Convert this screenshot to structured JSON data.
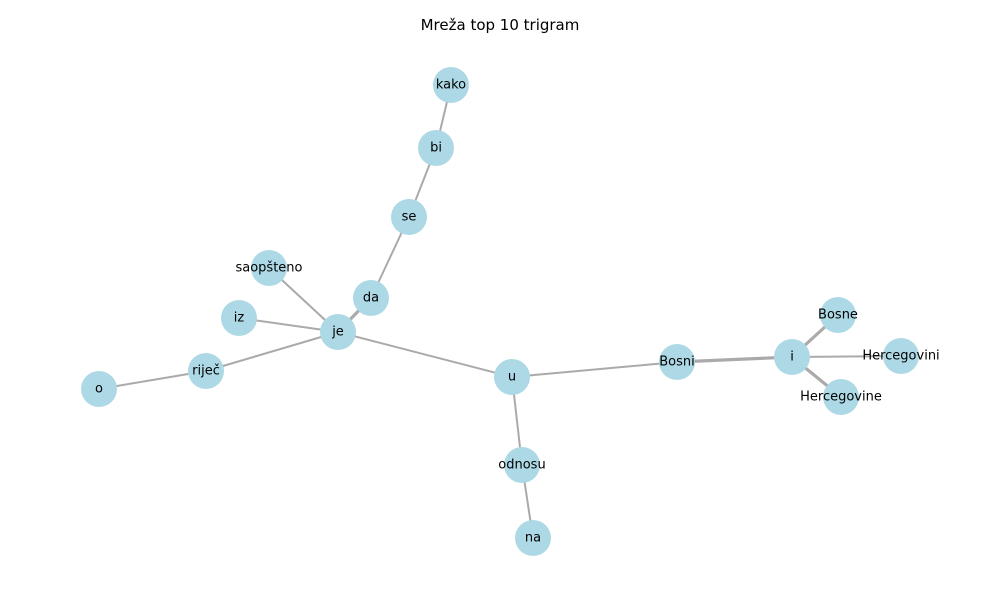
{
  "title": "Mreža top 10 trigram",
  "colors": {
    "node_fill": "#add8e6",
    "edge_stroke": "#aaaaaa",
    "background": "#ffffff",
    "text": "#000000"
  },
  "nodes": [
    {
      "id": "kako",
      "label": "kako"
    },
    {
      "id": "bi",
      "label": "bi"
    },
    {
      "id": "se",
      "label": "se"
    },
    {
      "id": "da",
      "label": "da"
    },
    {
      "id": "saopsteno",
      "label": "saopšteno"
    },
    {
      "id": "iz",
      "label": "iz"
    },
    {
      "id": "je",
      "label": "je"
    },
    {
      "id": "rijec",
      "label": "riječ"
    },
    {
      "id": "o",
      "label": "o"
    },
    {
      "id": "u",
      "label": "u"
    },
    {
      "id": "odnosu",
      "label": "odnosu"
    },
    {
      "id": "na",
      "label": "na"
    },
    {
      "id": "Bosni",
      "label": "Bosni"
    },
    {
      "id": "i",
      "label": "i"
    },
    {
      "id": "Bosne",
      "label": "Bosne"
    },
    {
      "id": "Hercegovini",
      "label": "Hercegovini"
    },
    {
      "id": "Hercegovine",
      "label": "Hercegovine"
    }
  ],
  "edges": [
    {
      "source": "kako",
      "target": "bi",
      "weight": 1
    },
    {
      "source": "bi",
      "target": "se",
      "weight": 1
    },
    {
      "source": "se",
      "target": "da",
      "weight": 1
    },
    {
      "source": "da",
      "target": "je",
      "weight": 2
    },
    {
      "source": "saopsteno",
      "target": "je",
      "weight": 1
    },
    {
      "source": "iz",
      "target": "je",
      "weight": 1
    },
    {
      "source": "rijec",
      "target": "je",
      "weight": 1
    },
    {
      "source": "o",
      "target": "rijec",
      "weight": 1
    },
    {
      "source": "je",
      "target": "u",
      "weight": 1
    },
    {
      "source": "u",
      "target": "odnosu",
      "weight": 1
    },
    {
      "source": "odnosu",
      "target": "na",
      "weight": 1
    },
    {
      "source": "u",
      "target": "Bosni",
      "weight": 1
    },
    {
      "source": "Bosni",
      "target": "i",
      "weight": 2
    },
    {
      "source": "i",
      "target": "Bosne",
      "weight": 2
    },
    {
      "source": "i",
      "target": "Hercegovini",
      "weight": 1
    },
    {
      "source": "i",
      "target": "Hercegovine",
      "weight": 2
    }
  ]
}
